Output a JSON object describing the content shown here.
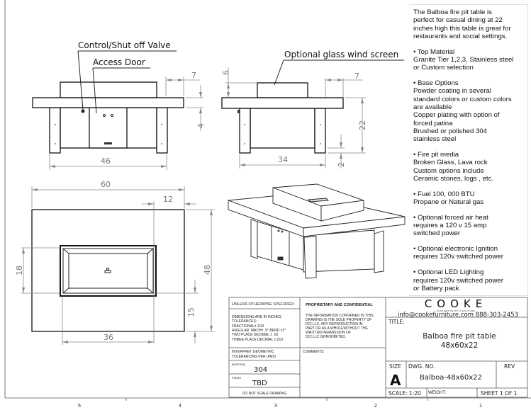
{
  "callouts": {
    "control_valve": "Control/Shut off Valve",
    "access_door": "Access Door",
    "glass_screen": "Optional glass wind screen"
  },
  "dimensions": {
    "front": {
      "width": "46",
      "overhang": "7",
      "top_thickness": "4"
    },
    "side": {
      "width": "34",
      "overhang": "7",
      "height": "22",
      "clearance": "2",
      "screen_height": "6"
    },
    "top": {
      "length": "60",
      "offset": "12",
      "depth": "48",
      "burner_depth": "18",
      "burner_offset": "15",
      "burner_length": "36"
    }
  },
  "notes": [
    {
      "lines": [
        "The Balboa fire pit table is",
        "perfect for casual dining at 22",
        "inches high this table is great for",
        "restaurants and social settings."
      ]
    },
    {
      "lines": [
        "• Top Material",
        "Granite Tier 1,2,3, Stainless steel",
        "or Custom selection"
      ]
    },
    {
      "lines": [
        " • Base Options",
        "Powder coating in several",
        "standard colors or custom colors",
        "are available",
        "Copper plating with option of",
        "forced patina",
        "Brushed or polished  304",
        "stainless steel"
      ]
    },
    {
      "lines": [
        "• Fire pit media",
        "Broken Glass, Lava rock",
        "Custom options include",
        "Ceramic stones, logs , etc."
      ]
    },
    {
      "lines": [
        "• Fuel  100, 000 BTU",
        "Propane or Natural gas"
      ]
    },
    {
      "lines": [
        "• Optional forced air heat",
        "requires a 120 v 15 amp",
        "switched power"
      ]
    },
    {
      "lines": [
        "• Optional electronic Ignition",
        "requires 120v switched power"
      ]
    },
    {
      "lines": [
        "• Optional LED Lighting",
        "requires 120v switched power",
        "or Battery pack"
      ]
    }
  ],
  "title_block": {
    "unless_specified": "UNLESS OTHERWISE SPECIFIED:",
    "tolerances": [
      "DIMENSIONS ARE IN INCHES",
      "TOLERANCES:",
      "FRACTIONAL± 1/32",
      "ANGULAR: MACH± .5° BEND ±1°",
      "TWO PLACE DECIMAL    ± .05",
      "THREE PLACE DECIMAL  ±.010"
    ],
    "interpret": [
      "INTERPRET GEOMETRIC",
      "TOLERANCING PER: ANSI"
    ],
    "material_label": "MATERIAL",
    "material": "304",
    "finish_label": "FINISH",
    "finish": "TBD",
    "do_not_scale": "DO NOT SCALE DRAWING",
    "proprietary_title": "PROPRIETARY AND CONFIDENTIAL",
    "proprietary_text": [
      "THE INFORMATION CONTAINED IN THIS",
      "DRAWING IS THE SOLE PROPERTY OF",
      "DCI LLC.  ANY REPRODUCTION IN",
      "PART OR AS A WHOLEWITHOUT THE",
      "WRITTEN PERMISSION OF",
      "DCI LLC ISPROHIBITED."
    ],
    "comments_label": "COMMENTS:",
    "brand": "COOKE",
    "brand_tagline": "CONTEMPORARY FURNITURE",
    "contact": "info@cookefurniture.com 888-303-2453",
    "title_label": "TITLE:",
    "title": [
      "Balboa fire pit table",
      "48x60x22"
    ],
    "size_label": "SIZE",
    "size": "A",
    "dwg_label": "DWG.  NO.",
    "dwg_no": "Balboa-48x60x22",
    "rev_label": "REV",
    "scale": "SCALE: 1:20",
    "weight_label": "WEIGHT:",
    "sheet": "SHEET 1 OF 1"
  },
  "zones": [
    "5",
    "4",
    "3",
    "2",
    "1"
  ]
}
